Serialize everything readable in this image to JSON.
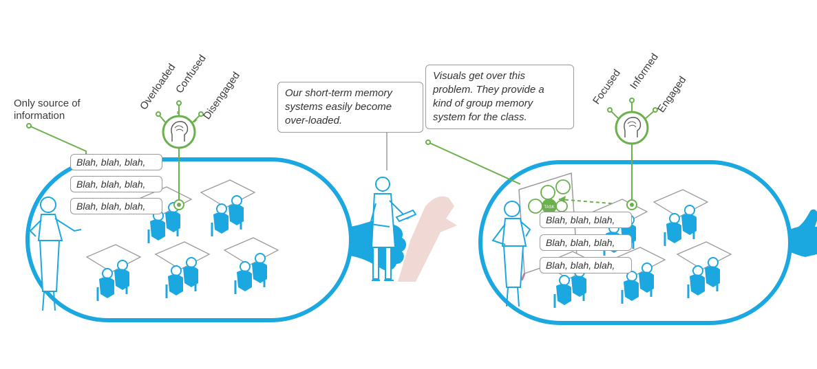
{
  "left_panel": {
    "source_label": "Only source of\ninformation",
    "states": [
      "Overloaded",
      "Confused",
      "Disengaged"
    ],
    "speech": [
      "Blah, blah, blah,",
      "Blah, blah, blah,",
      "Blah, blah, blah,"
    ]
  },
  "center": {
    "memory_bubble": "Our short-term memory\nsystems easily become\nover-loaded.",
    "visuals_bubble": "Visuals get over this\nproblem. They provide a\nkind of group memory\nsystem for the class."
  },
  "right_panel": {
    "states": [
      "Focused",
      "Informed",
      "Engaged"
    ],
    "speech": [
      "Blah, blah, blah,",
      "Blah, blah, blah,",
      "Blah, blah, blah,"
    ],
    "board_text": "TASK"
  },
  "colors": {
    "blue": "#1ba7e0",
    "green": "#6ab04c",
    "grey_text": "#3a3a3a",
    "shadow": "#f0d9d5"
  }
}
